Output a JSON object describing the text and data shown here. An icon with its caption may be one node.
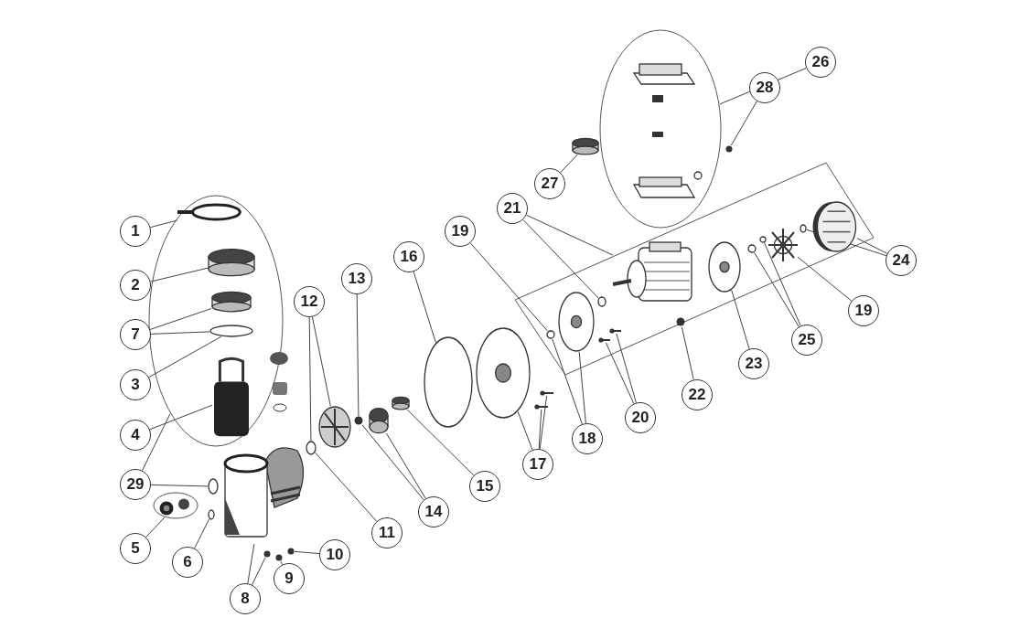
{
  "diagram": {
    "nodes": [
      {
        "text": [
          "1"
        ]
      },
      {
        "text": [
          "2"
        ]
      },
      {
        "text": [
          "7"
        ]
      },
      {
        "text": [
          "3"
        ]
      },
      {
        "text": [
          "4"
        ]
      },
      {
        "text": [
          "29"
        ]
      },
      {
        "text": [
          "5"
        ]
      },
      {
        "text": [
          "6"
        ]
      },
      {
        "text": [
          "8"
        ]
      },
      {
        "text": [
          "9"
        ]
      },
      {
        "text": [
          "10"
        ]
      },
      {
        "text": [
          "12"
        ]
      },
      {
        "text": [
          "13"
        ]
      },
      {
        "text": [
          "11"
        ]
      },
      {
        "text": [
          "14"
        ]
      },
      {
        "text": [
          "16"
        ]
      },
      {
        "text": [
          "15"
        ]
      },
      {
        "text": [
          "19"
        ]
      },
      {
        "text": [
          "17"
        ]
      },
      {
        "text": [
          "18"
        ]
      },
      {
        "text": [
          "21"
        ]
      },
      {
        "text": [
          "27"
        ]
      },
      {
        "text": [
          "20"
        ]
      },
      {
        "text": [
          "22"
        ]
      },
      {
        "text": [
          "23"
        ]
      },
      {
        "text": [
          "28"
        ]
      },
      {
        "text": [
          "26"
        ]
      },
      {
        "text": [
          "25"
        ]
      },
      {
        "text": [
          "19"
        ]
      },
      {
        "text": [
          "24"
        ]
      },
      {
        "text": [],
        "shape": "circle"
      },
      {
        "text": [],
        "shape": "circle",
        "in": 30
      },
      {
        "text": [],
        "shape": "cylinder",
        "in": 30
      },
      {
        "text": [],
        "shape": "cylinder",
        "in": 30
      },
      {
        "text": [],
        "shape": "circle",
        "in": 30
      },
      {
        "text": [],
        "shape": "box",
        "in": 30
      },
      {
        "text": [],
        "shape": "circle"
      },
      {
        "text": [],
        "shape": "circle"
      },
      {
        "text": [],
        "shape": "circle"
      },
      {
        "text": [],
        "shape": "picture"
      },
      {
        "text": [],
        "shape": "circle"
      },
      {
        "text": [],
        "shape": "circle"
      },
      {
        "text": [],
        "shape": "circle"
      },
      {
        "text": [],
        "shape": "circle"
      },
      {
        "text": [],
        "shape": "picture"
      },
      {
        "text": [],
        "shape": "circle"
      },
      {
        "text": [],
        "shape": "cylinder"
      },
      {
        "text": [],
        "shape": "cylinder"
      },
      {
        "text": [],
        "shape": "circle"
      },
      {
        "text": [],
        "shape": "picture"
      },
      {
        "text": [],
        "shape": "picture"
      },
      {
        "text": [],
        "shape": "picture"
      },
      {
        "text": [],
        "shape": "circle"
      },
      {
        "text": [],
        "shape": "picture"
      },
      {
        "text": [],
        "shape": "picture"
      },
      {
        "text": [],
        "shape": "picture"
      },
      {
        "text": [],
        "shape": "circle"
      },
      {
        "text": [],
        "shape": "picture"
      },
      {
        "text": [],
        "shape": "circle"
      },
      {
        "text": [],
        "shape": "picture"
      },
      {
        "text": [],
        "shape": "circle"
      },
      {
        "text": [],
        "shape": "circle"
      },
      {
        "text": [],
        "shape": "picture"
      },
      {
        "text": [],
        "shape": "circle"
      },
      {
        "text": [],
        "shape": "picture"
      },
      {
        "text": [],
        "shape": "circle"
      },
      {
        "text": [],
        "shape": "cylinder"
      },
      {
        "text": [],
        "shape": "circle"
      }
    ],
    "edges": [
      {
        "from": 0,
        "to": 31,
        "arrow": "none"
      },
      {
        "from": 1,
        "to": 32,
        "arrow": "none"
      },
      {
        "from": 2,
        "to": 33,
        "arrow": "none"
      },
      {
        "from": 2,
        "to": 34,
        "arrow": "none"
      },
      {
        "from": 3,
        "to": 34,
        "arrow": "none"
      },
      {
        "from": 4,
        "to": 35,
        "arrow": "none"
      },
      {
        "from": 5,
        "to": 30,
        "arrow": "none"
      },
      {
        "from": 5,
        "to": 36,
        "arrow": "none"
      },
      {
        "from": 6,
        "to": 37,
        "arrow": "none"
      },
      {
        "from": 7,
        "to": 38,
        "arrow": "none"
      },
      {
        "from": 8,
        "to": 39,
        "arrow": "none"
      },
      {
        "from": 8,
        "to": 40,
        "arrow": "none"
      },
      {
        "from": 9,
        "to": 41,
        "arrow": "none"
      },
      {
        "from": 10,
        "to": 42,
        "arrow": "none"
      },
      {
        "from": 11,
        "to": 43,
        "arrow": "none"
      },
      {
        "from": 11,
        "to": 44,
        "arrow": "none"
      },
      {
        "from": 12,
        "to": 45,
        "arrow": "none"
      },
      {
        "from": 13,
        "to": 43,
        "arrow": "none"
      },
      {
        "from": 14,
        "to": 45,
        "arrow": "none"
      },
      {
        "from": 14,
        "to": 46,
        "arrow": "none"
      },
      {
        "from": 15,
        "to": 48,
        "arrow": "none"
      },
      {
        "from": 16,
        "to": 47,
        "arrow": "none"
      },
      {
        "from": 17,
        "to": 52,
        "arrow": "none"
      },
      {
        "from": 18,
        "to": 49,
        "arrow": "none"
      },
      {
        "from": 18,
        "to": 50,
        "arrow": "none"
      },
      {
        "from": 18,
        "to": 51,
        "arrow": "none"
      },
      {
        "from": 19,
        "to": 52,
        "arrow": "none"
      },
      {
        "from": 19,
        "to": 53,
        "arrow": "none"
      },
      {
        "from": 20,
        "to": 56,
        "arrow": "none"
      },
      {
        "from": 20,
        "to": 57,
        "arrow": "none"
      },
      {
        "from": 21,
        "to": 66,
        "arrow": "none"
      },
      {
        "from": 22,
        "to": 54,
        "arrow": "none"
      },
      {
        "from": 22,
        "to": 55,
        "arrow": "none"
      },
      {
        "from": 23,
        "to": 58,
        "arrow": "none"
      },
      {
        "from": 24,
        "to": 59,
        "arrow": "none"
      },
      {
        "from": 25,
        "to": 67,
        "arrow": "none"
      },
      {
        "from": 26,
        "to": 65,
        "arrow": "none"
      },
      {
        "from": 27,
        "to": 60,
        "arrow": "none"
      },
      {
        "from": 27,
        "to": 61,
        "arrow": "none"
      },
      {
        "from": 28,
        "to": 62,
        "arrow": "none"
      },
      {
        "from": 29,
        "to": 63,
        "arrow": "none"
      },
      {
        "from": 29,
        "to": 64,
        "arrow": "none"
      }
    ]
  }
}
